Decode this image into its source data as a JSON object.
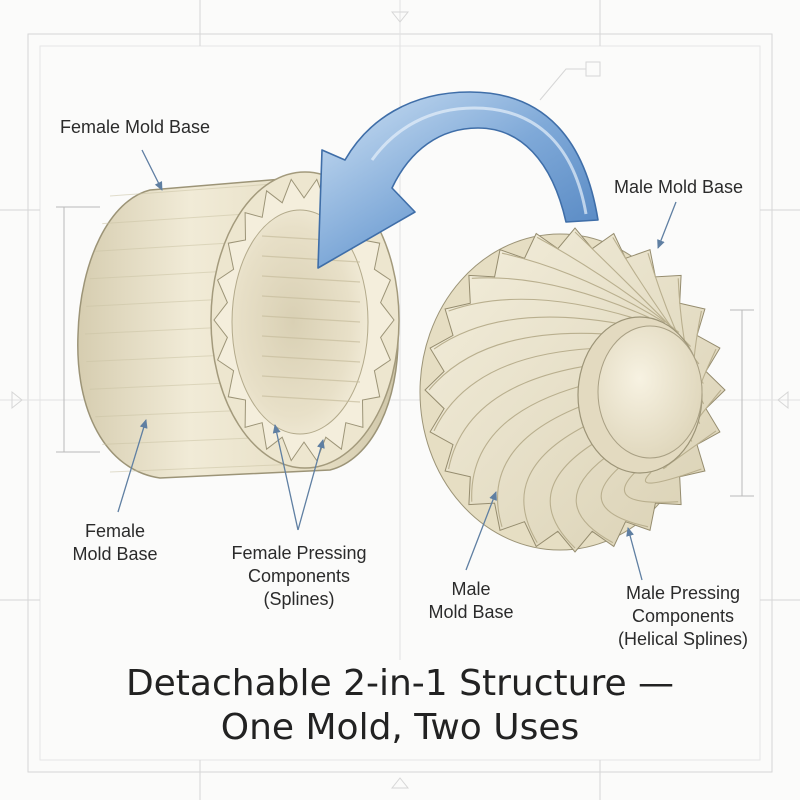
{
  "labels": {
    "female_top": "Female Mold Base",
    "male_top": "Male Mold Base",
    "female_bottom": [
      "Female",
      "Mold Base"
    ],
    "female_pressing": [
      "Female Pressing",
      "Components",
      "(Splines)"
    ],
    "male_bottom": [
      "Male",
      "Mold Base"
    ],
    "male_pressing": [
      "Male Pressing",
      "Components",
      "(Helical Splines)"
    ]
  },
  "title": [
    "Detachable 2-in-1 Structure —",
    "One Mold, Two Uses"
  ],
  "colors": {
    "part_light": "#f2ecd8",
    "part_mid": "#e4dcc0",
    "part_dark": "#c8bf9f",
    "outline": "#9c9477",
    "arrow_blue": "#5d8fc9",
    "arrow_light": "#bcd6ef",
    "pointer": "#5f7fa2",
    "blueprint_line": "#d4d4d4"
  },
  "icons": [
    "curved-assembly-arrow",
    "female-mold-part",
    "male-helical-gear-part"
  ]
}
